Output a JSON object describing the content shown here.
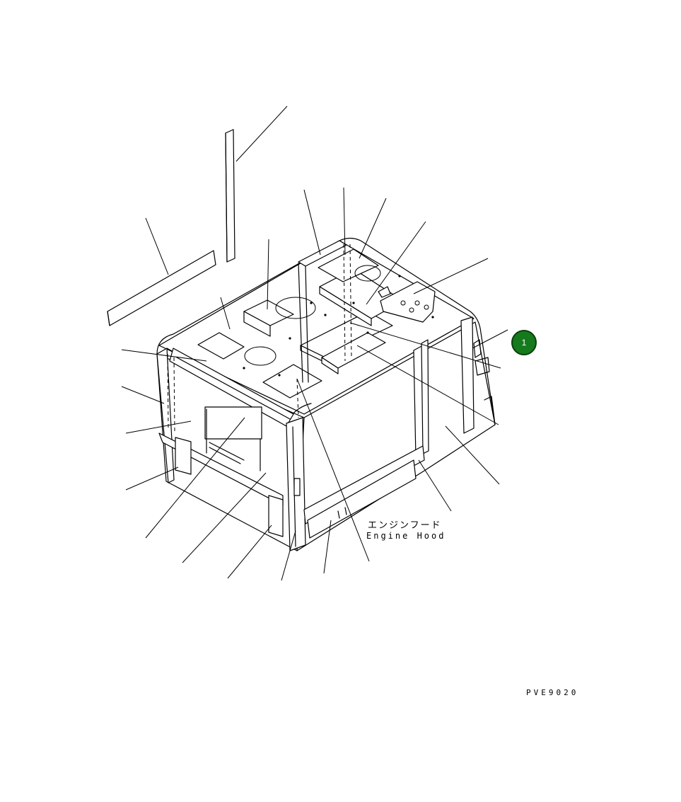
{
  "diagram": {
    "part_name_jp": "エンジンフード",
    "part_name_en": "Engine Hood",
    "drawing_code": "PVE9020",
    "marker": {
      "label": "1",
      "color": "#157a1c"
    }
  }
}
